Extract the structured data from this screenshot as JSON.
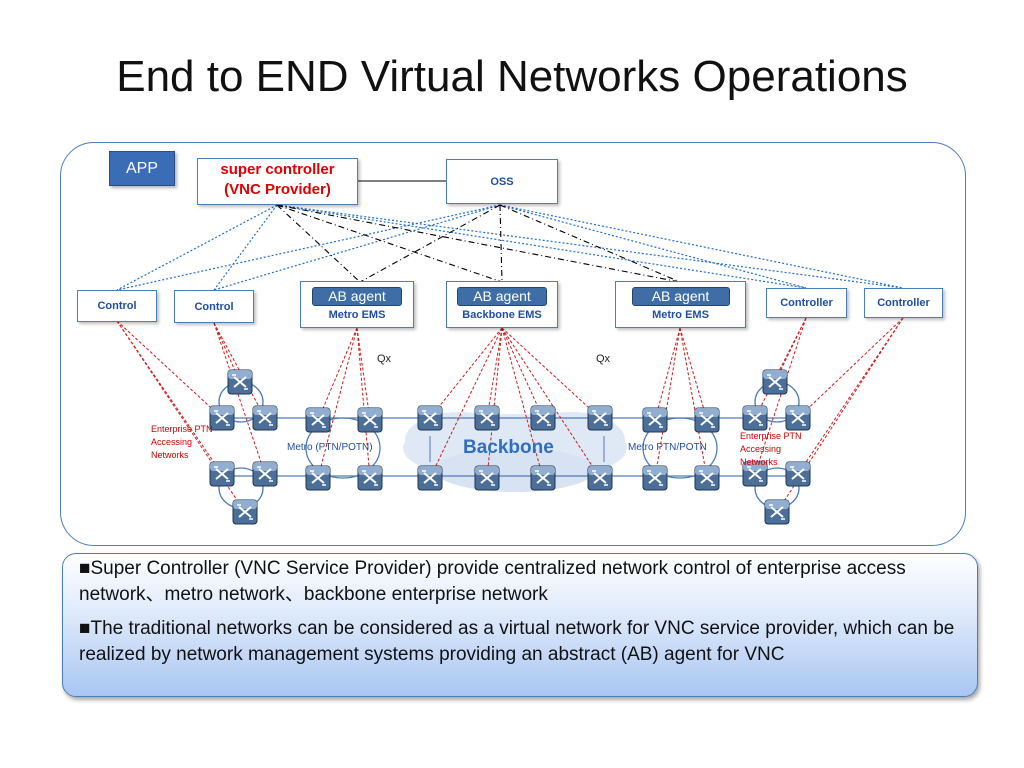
{
  "title": "End to END Virtual Networks Operations",
  "diagram": {
    "app": "APP",
    "super_controller": {
      "line1": "super controller",
      "line2": "(VNC Provider)"
    },
    "oss": "OSS",
    "controls": [
      {
        "label": "Control"
      },
      {
        "label": "Control"
      },
      {
        "label": "Controller"
      },
      {
        "label": "Controller"
      }
    ],
    "agents": [
      {
        "pill": "AB agent",
        "ems": "Metro EMS"
      },
      {
        "pill": "AB agent",
        "ems": "Backbone EMS"
      },
      {
        "pill": "AB agent",
        "ems": "Metro EMS"
      }
    ],
    "qx_left": "Qx",
    "qx_right": "Qx",
    "enterprise_left": [
      "Enterprise PTN",
      "Accessing",
      "Networks"
    ],
    "enterprise_right": [
      "Enterprise PTN",
      "Accessing",
      "Networks"
    ],
    "metro_left": "Metro (PTN/POTN)",
    "metro_right": "Metro PTN/POTN",
    "backbone": "Backbone",
    "colors": {
      "blue": "#1f4ea3",
      "red": "#d00000",
      "frame": "#4a7ebb"
    },
    "icons": [
      "network-switch-icon"
    ]
  },
  "bullets": [
    "■Super Controller (VNC Service Provider) provide centralized network control of enterprise access network、metro network、backbone enterprise network",
    "■The traditional networks can be considered as a virtual network for VNC service provider, which can be realized by network management systems providing an abstract (AB) agent  for VNC"
  ]
}
